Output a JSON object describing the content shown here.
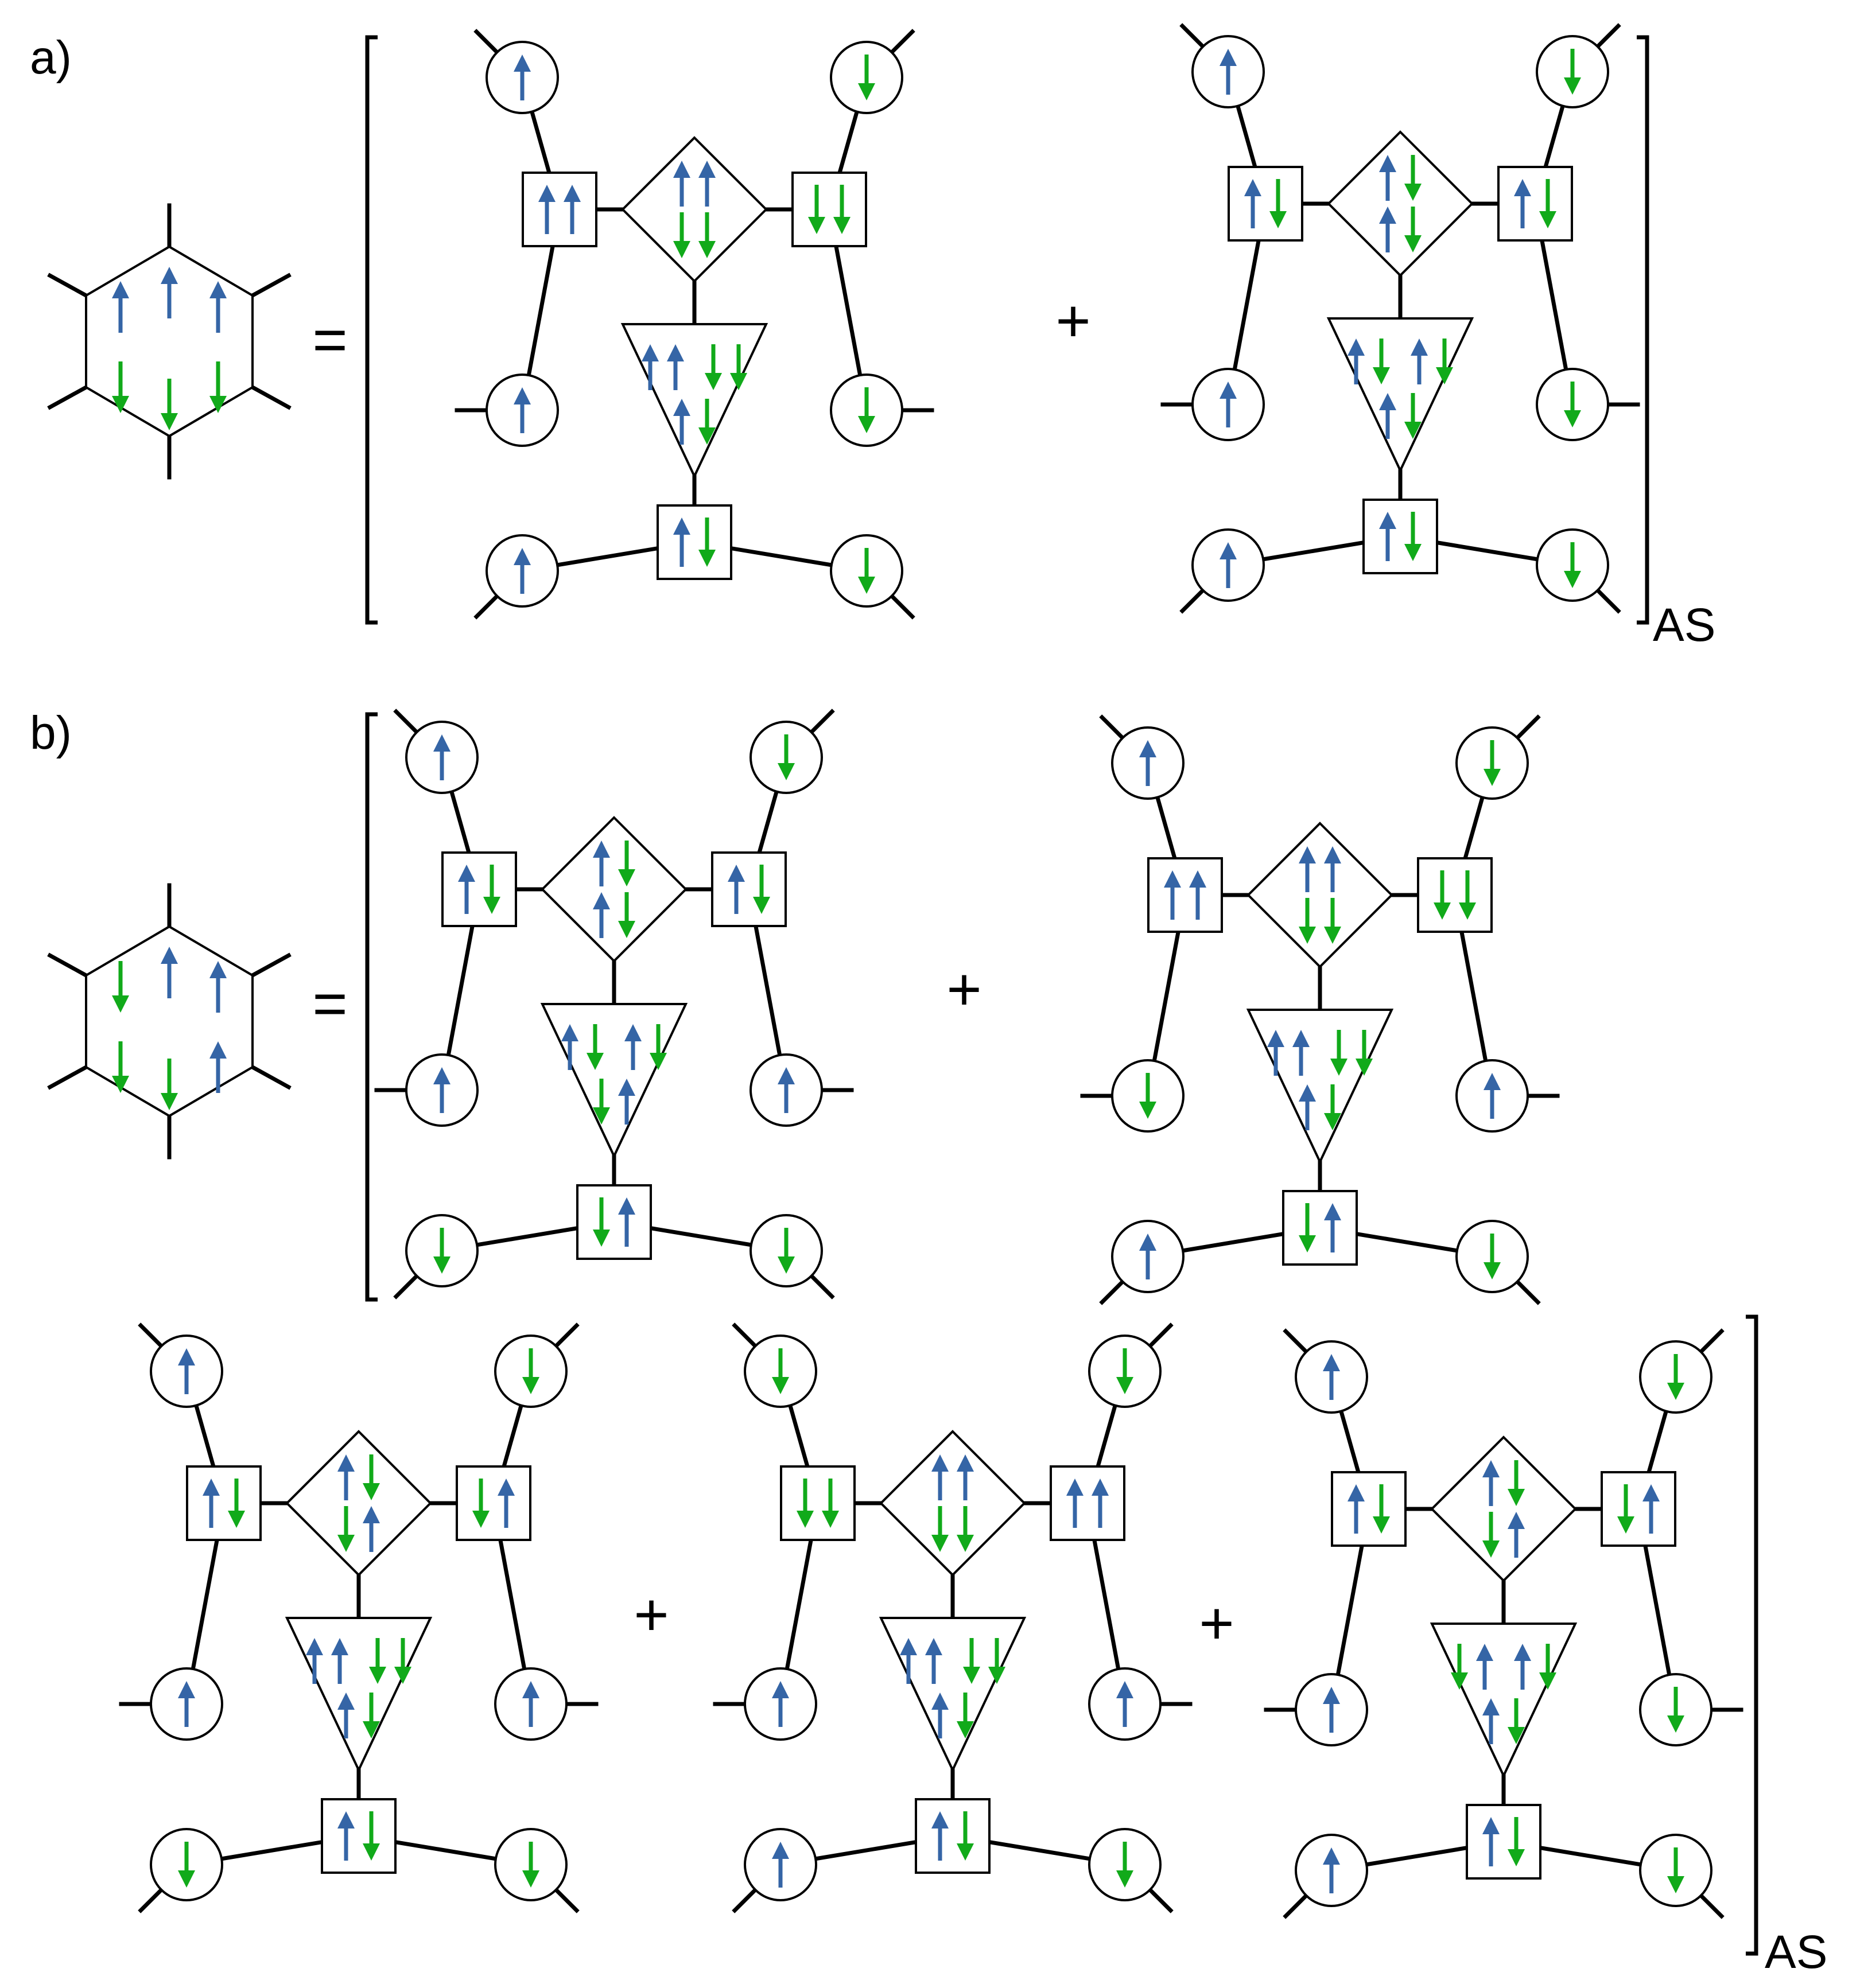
{
  "labels": {
    "a": "a)",
    "b": "b)",
    "antisym": "AS",
    "equals": "=",
    "plus": "+"
  },
  "colors": {
    "up": "#3565a6",
    "down": "#11aa1a",
    "line": "#000000",
    "fill": "#ffffff"
  },
  "panels": {
    "a": {
      "hexagon": [
        "U",
        "U",
        "U",
        "D",
        "D",
        "D"
      ],
      "terms": [
        {
          "c": [
            "U",
            "U",
            "U",
            "D",
            "D",
            "D"
          ],
          "s": [
            "UU",
            "UD",
            "DD"
          ],
          "dia": [
            "UU",
            "DD"
          ],
          "tri": [
            "UU",
            "DD",
            "UD"
          ]
        },
        {
          "c": [
            "U",
            "U",
            "U",
            "D",
            "D",
            "D"
          ],
          "s": [
            "UD",
            "UD",
            "UD"
          ],
          "dia": [
            "UD",
            "UD"
          ],
          "tri": [
            "UD",
            "UD",
            "UD"
          ]
        }
      ]
    },
    "b": {
      "hexagon": [
        "D",
        "U",
        "U",
        "U",
        "D",
        "D"
      ],
      "terms": [
        {
          "c": [
            "U",
            "U",
            "D",
            "D",
            "U",
            "D"
          ],
          "s": [
            "UD",
            "DU",
            "UD"
          ],
          "dia": [
            "UD",
            "UD"
          ],
          "tri": [
            "UD",
            "UD",
            "DU"
          ]
        },
        {
          "c": [
            "U",
            "D",
            "U",
            "D",
            "U",
            "D"
          ],
          "s": [
            "UU",
            "DU",
            "DD"
          ],
          "dia": [
            "UU",
            "DD"
          ],
          "tri": [
            "UU",
            "DD",
            "UD"
          ]
        },
        {
          "c": [
            "U",
            "U",
            "D",
            "D",
            "U",
            "D"
          ],
          "s": [
            "UD",
            "UD",
            "DU"
          ],
          "dia": [
            "UD",
            "DU"
          ],
          "tri": [
            "UU",
            "DD",
            "UD"
          ]
        },
        {
          "c": [
            "D",
            "U",
            "U",
            "D",
            "U",
            "D"
          ],
          "s": [
            "DD",
            "UD",
            "UU"
          ],
          "dia": [
            "UU",
            "DD"
          ],
          "tri": [
            "UU",
            "DD",
            "UD"
          ]
        },
        {
          "c": [
            "U",
            "U",
            "U",
            "D",
            "D",
            "D"
          ],
          "s": [
            "UD",
            "UD",
            "DU"
          ],
          "dia": [
            "UD",
            "DU"
          ],
          "tri": [
            "DU",
            "UD",
            "UD"
          ]
        }
      ]
    }
  }
}
